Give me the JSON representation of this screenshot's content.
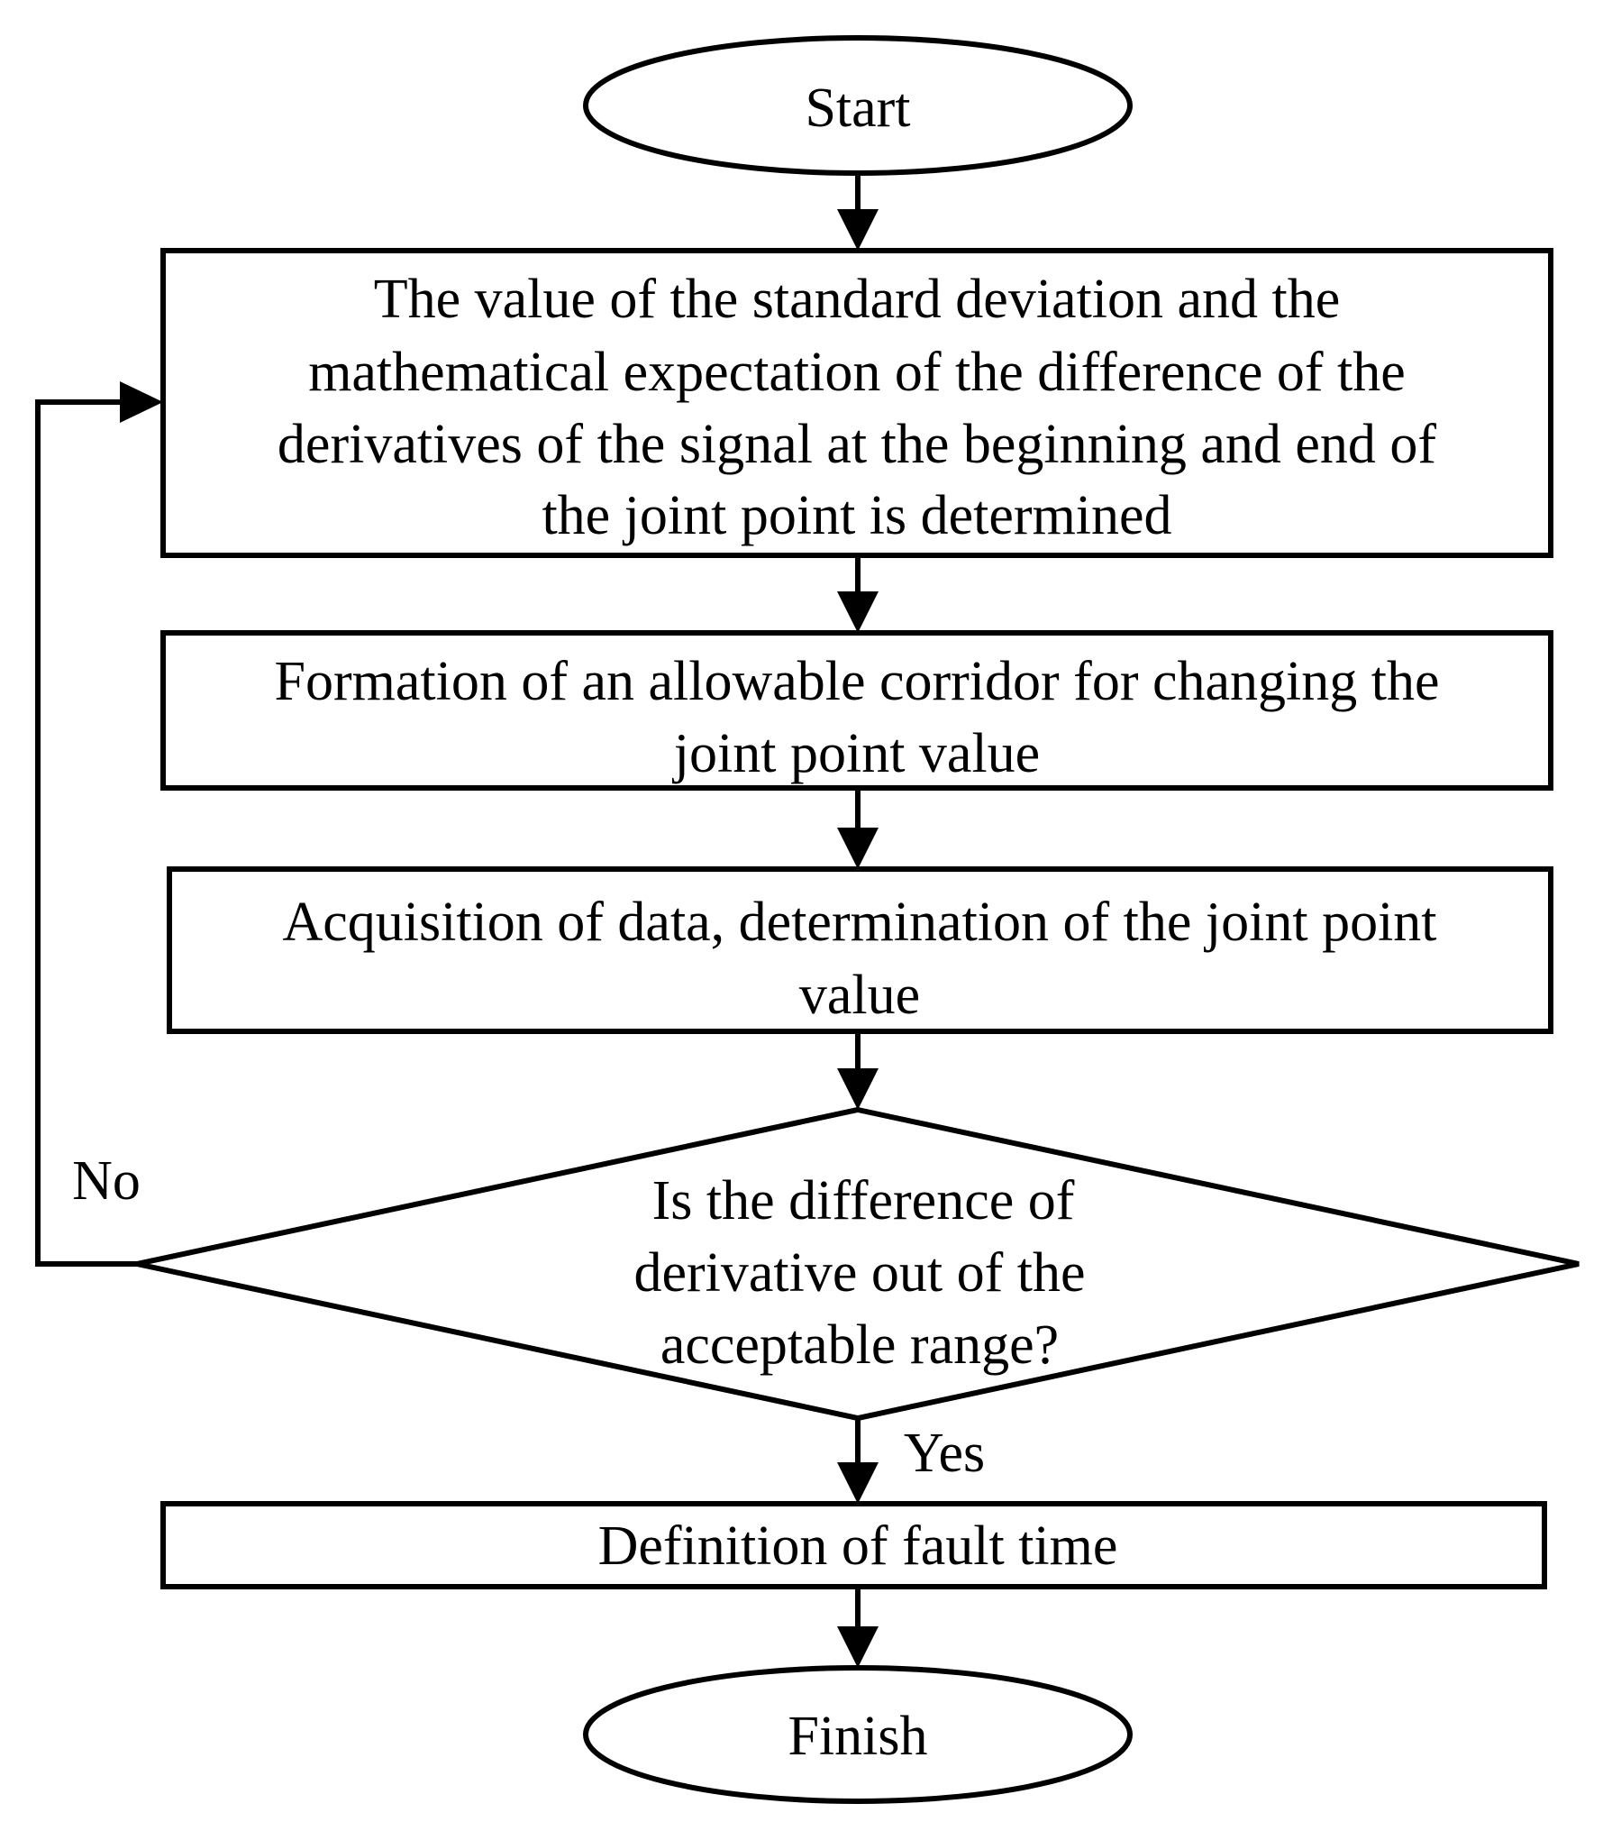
{
  "flowchart": {
    "start": "Start",
    "step1": [
      "The value of the standard deviation and the",
      "mathematical expectation of the difference of the",
      "derivatives of the signal at the beginning and end of",
      "the joint point is determined"
    ],
    "step2": [
      "Formation of an allowable corridor for changing the",
      "joint point value"
    ],
    "step3": [
      "Acquisition of data, determination of the joint point",
      "value"
    ],
    "decision": [
      "Is the difference of",
      "derivative out of the",
      "acceptable range?"
    ],
    "step4": "Definition of fault time",
    "finish": "Finish",
    "edge_no": "No",
    "edge_yes": "Yes"
  }
}
